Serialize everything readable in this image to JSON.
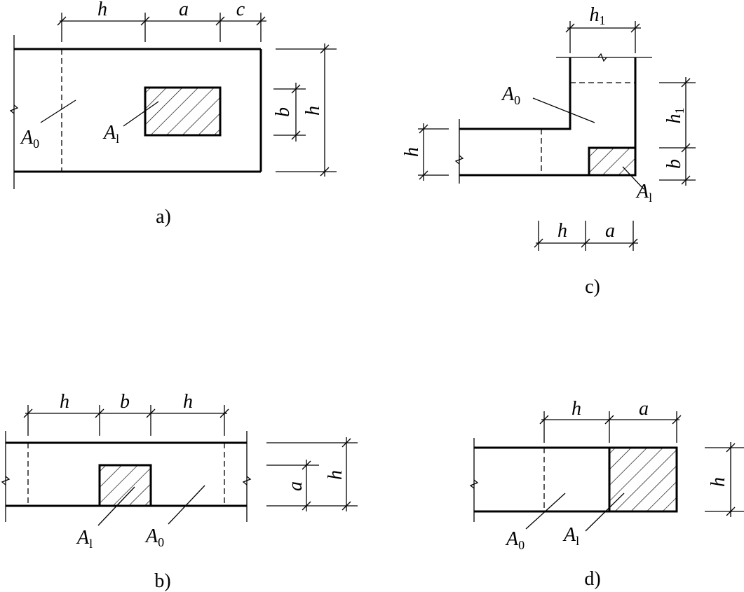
{
  "colors": {
    "ink": "#000000",
    "background": "#ffffff"
  },
  "diagram_a": {
    "caption": "a)",
    "dims_top": [
      "h",
      "a",
      "c"
    ],
    "dims_right": [
      "b",
      "h"
    ],
    "area_total": "A",
    "area_total_sub": "0",
    "area_local": "A",
    "area_local_sub": "l"
  },
  "diagram_b": {
    "caption": "b)",
    "dims_top": [
      "h",
      "b",
      "h"
    ],
    "dims_right": [
      "a",
      "h"
    ],
    "area_total": "A",
    "area_total_sub": "0",
    "area_local": "A",
    "area_local_sub": "l"
  },
  "diagram_c": {
    "caption": "c)",
    "dim_top": "h",
    "dim_top_sub": "1",
    "dims_bottom": [
      "h",
      "a"
    ],
    "dim_left": "h",
    "dims_right": [
      "h",
      "b"
    ],
    "dims_right_sub": "1",
    "area_total": "A",
    "area_total_sub": "0",
    "area_local": "A",
    "area_local_sub": "l"
  },
  "diagram_d": {
    "caption": "d)",
    "dims_top": [
      "h",
      "a"
    ],
    "dim_right": "h",
    "area_total": "A",
    "area_total_sub": "0",
    "area_local": "A",
    "area_local_sub": "l"
  }
}
